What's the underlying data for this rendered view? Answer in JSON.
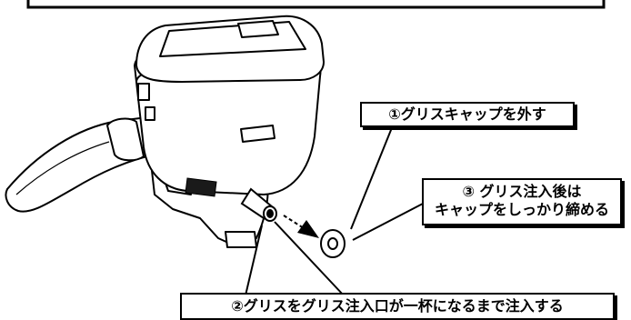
{
  "colors": {
    "ink": "#000000",
    "paper": "#ffffff",
    "shadow": "#000000",
    "grease_band": "#1a1a1a"
  },
  "callouts": {
    "remove_cap": "①グリスキャップを外す",
    "tighten_cap_line1": "③ グリス注入後は",
    "tighten_cap_line2": "キャップをしっかり締める",
    "inject_grease": "②グリスをグリス注入口が一杯になるまで注入する"
  }
}
